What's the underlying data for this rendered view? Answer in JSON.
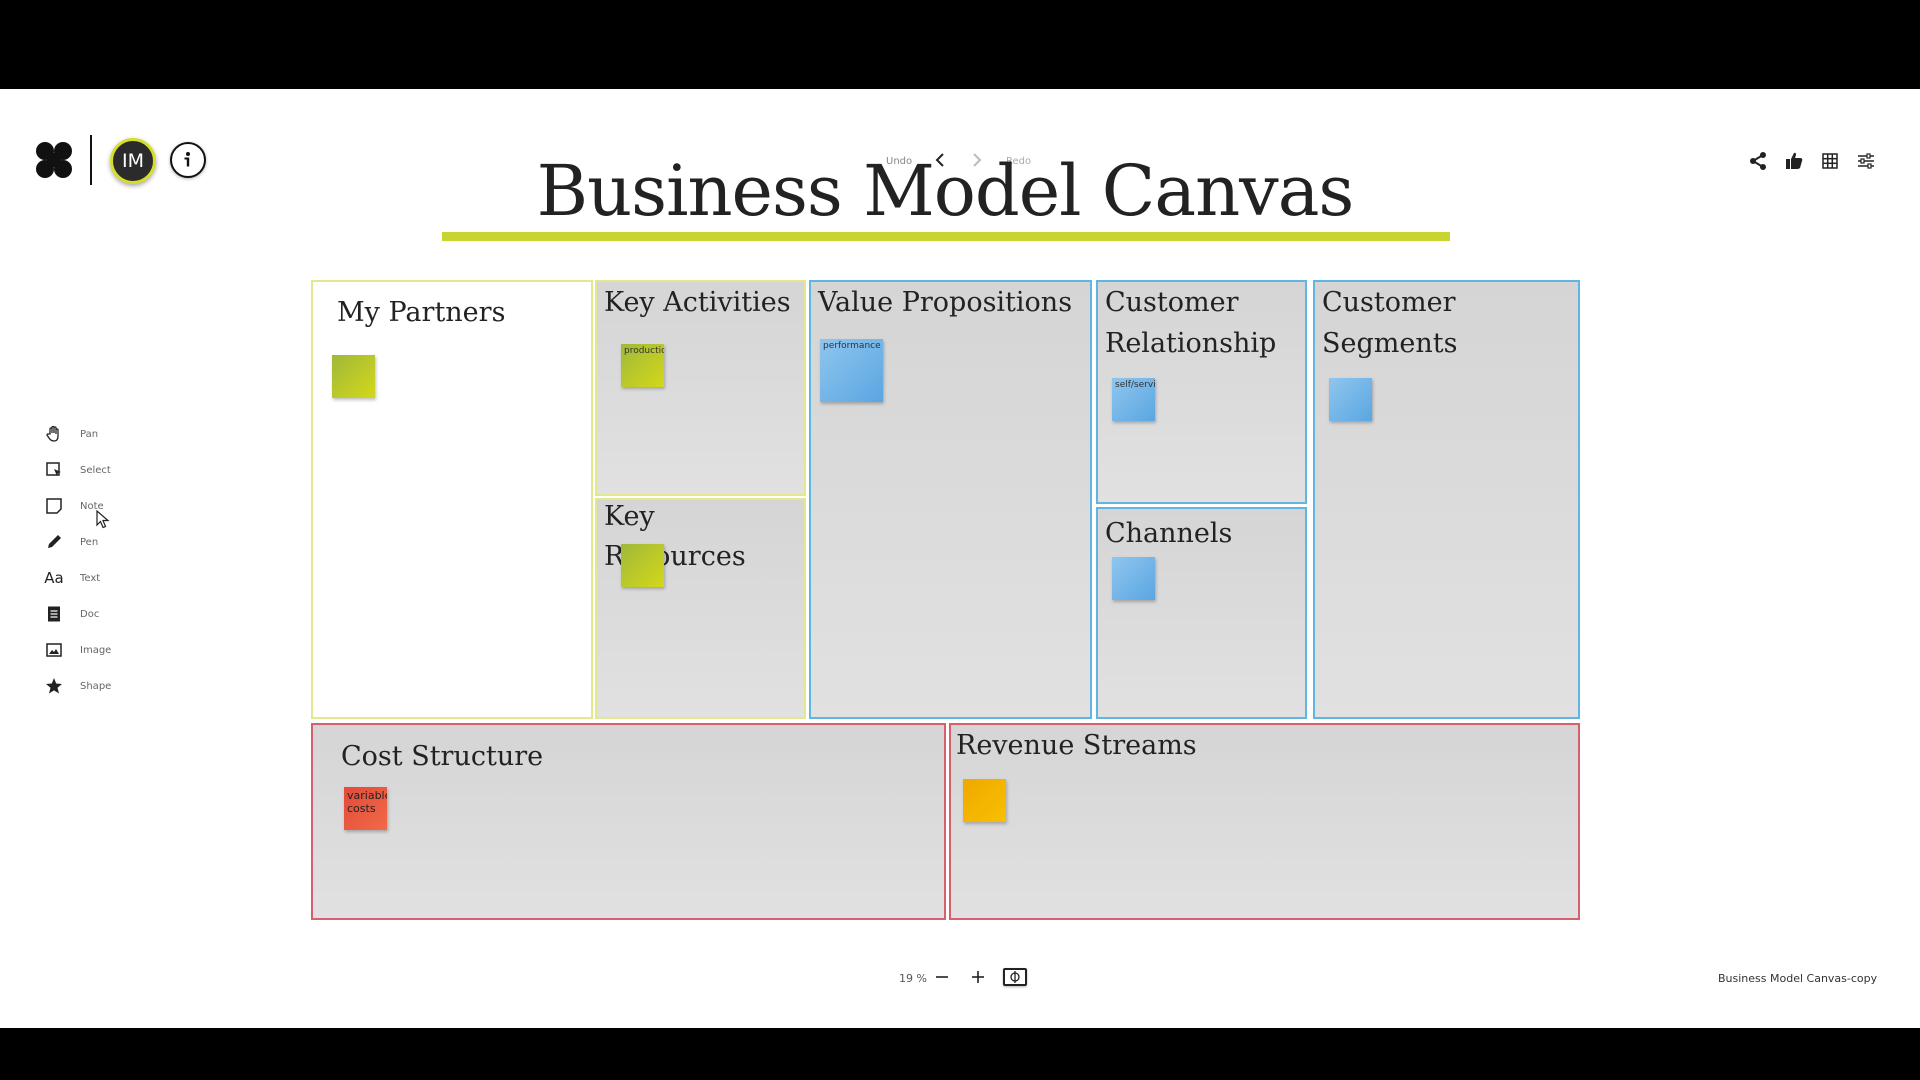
{
  "header": {
    "avatar_initials": "IM",
    "undo_label": "Undo",
    "redo_label": "Redo",
    "title": "Business Model Canvas",
    "accent_color": "#c9d430"
  },
  "toolbar": {
    "items": [
      {
        "label": "Pan",
        "icon": "hand-icon"
      },
      {
        "label": "Select",
        "icon": "select-icon"
      },
      {
        "label": "Note",
        "icon": "note-icon"
      },
      {
        "label": "Pen",
        "icon": "pen-icon"
      },
      {
        "label": "Text",
        "icon": "text-icon",
        "glyph": "Aa"
      },
      {
        "label": "Doc",
        "icon": "doc-icon"
      },
      {
        "label": "Image",
        "icon": "image-icon"
      },
      {
        "label": "Shape",
        "icon": "star-icon"
      }
    ]
  },
  "top_right": {
    "icons": [
      "share-icon",
      "thumbs-up-icon",
      "grid-icon",
      "sliders-icon"
    ]
  },
  "canvas": {
    "my_partners": {
      "title": "My Partners",
      "notes": [
        ""
      ]
    },
    "key_activities": {
      "title": "Key Activities",
      "notes": [
        "productio"
      ]
    },
    "key_resources": {
      "title": "Key Resources",
      "notes": [
        ""
      ]
    },
    "value_propositions": {
      "title": "Value Propositions",
      "notes": [
        "performance"
      ]
    },
    "customer_relationship": {
      "title_line1": "Customer",
      "title_line2": "Relationship",
      "notes": [
        "self/service"
      ]
    },
    "channels": {
      "title": "Channels",
      "notes": [
        ""
      ]
    },
    "customer_segments": {
      "title_line1": "Customer",
      "title_line2": "Segments",
      "notes": [
        ""
      ]
    },
    "cost_structure": {
      "title": "Cost Structure",
      "notes": [
        "variable costs"
      ]
    },
    "revenue_streams": {
      "title": "Revenue Streams",
      "notes": [
        ""
      ]
    }
  },
  "footer": {
    "zoom_level": "19 %",
    "document_name": "Business Model Canvas-copy"
  },
  "colors": {
    "yellow_border": "#e3e88e",
    "blue_border": "#5fb6e0",
    "red_border": "#d8606e"
  }
}
